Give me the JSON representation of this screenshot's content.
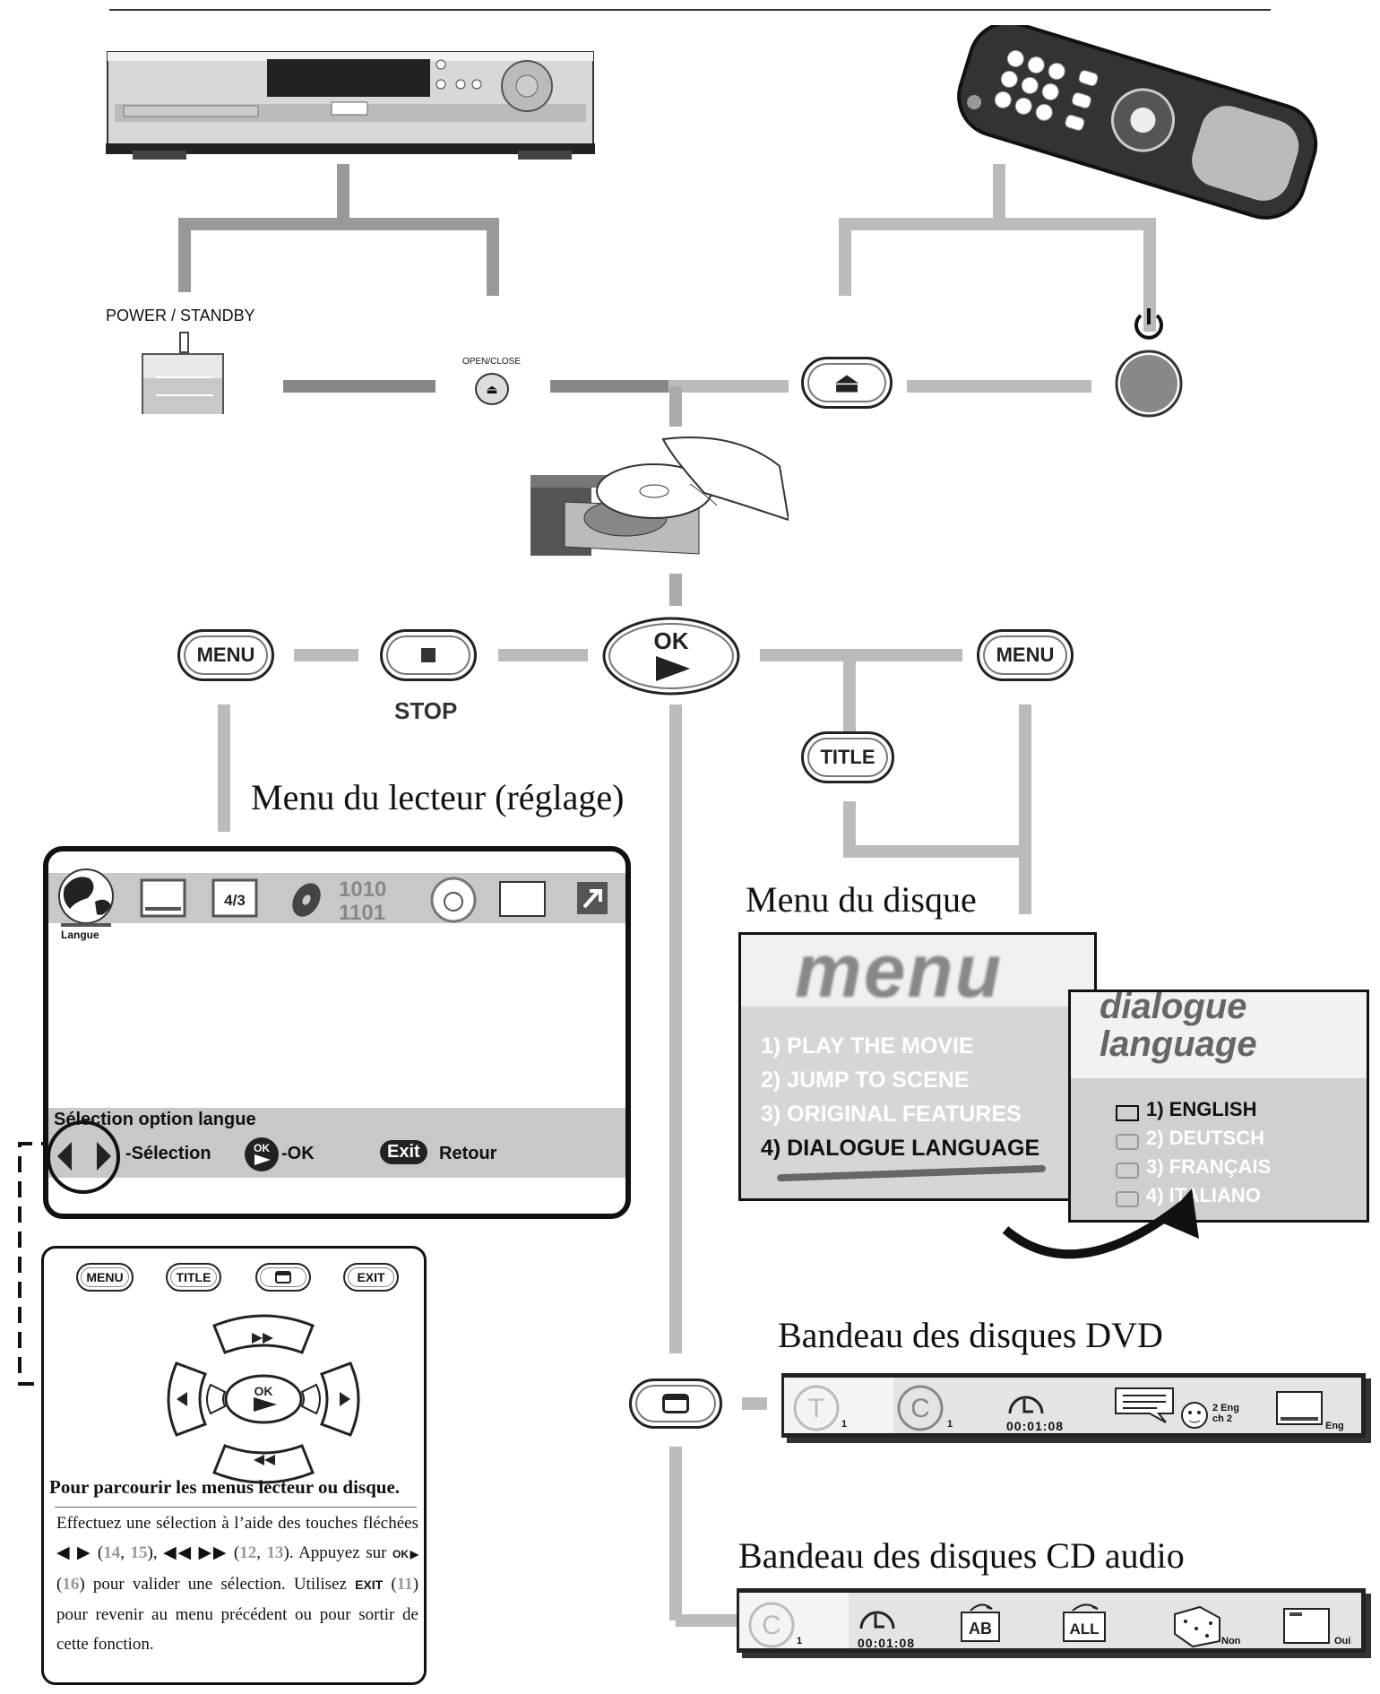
{
  "labels": {
    "power_standby": "POWER / STANDBY",
    "open_close": "OPEN/CLOSE",
    "stop": "STOP"
  },
  "buttons": {
    "menu": "MENU",
    "ok": "OK",
    "title": "TITLE",
    "exit": "EXIT"
  },
  "sections": {
    "player_menu": "Menu du lecteur (réglage)",
    "disc_menu": "Menu du disque",
    "dvd_banner": "Bandeau des disques DVD",
    "cd_banner": "Bandeau des disques CD audio"
  },
  "setup_screen": {
    "tab_label": "Langue",
    "aspect_label": "4/3",
    "digits_top": "1010",
    "digits_bottom": "1101",
    "footer_title": "Sélection option langue",
    "select_label": "-Sélection",
    "ok_label": "-OK",
    "ok_key": "OK",
    "exit_key": "Exit",
    "return_label": "Retour"
  },
  "disc_menu": {
    "header": "menu",
    "items": [
      "1) PLAY THE MOVIE",
      "2) JUMP TO SCENE",
      "3) ORIGINAL FEATURES",
      "4) DIALOGUE LANGUAGE"
    ],
    "lang_title_1": "dialogue",
    "lang_title_2": "language",
    "languages": [
      "1) ENGLISH",
      "2) DEUTSCH",
      "3) FRANÇAIS",
      "4) ITALIANO"
    ]
  },
  "dvd_banner": {
    "title_num": "1",
    "chapter_num": "1",
    "time": "00:01:08",
    "audio_lang": "2 Eng",
    "audio_ch": "ch 2",
    "subtitle": "Eng"
  },
  "cd_banner": {
    "track_num": "1",
    "time": "00:01:08",
    "ab": "AB",
    "all": "ALL",
    "shuffle": "Non",
    "intro": "Oui"
  },
  "nav_panel": {
    "heading": "Pour parcourir les menus lecteur ou disque.",
    "t1": "Effectuez une sélection à l’aide des touches fléchées ",
    "r14": "14",
    "r15": "15",
    "r12": "12",
    "r13": "13",
    "t2": "Appuyez sur ",
    "r16": "16",
    "t3": " pour valider une sélection. Utilisez ",
    "exit_word": "EXIT",
    "r11": "11",
    "t4": " pour revenir au menu précédent ou pour sortir de cette fonction."
  }
}
